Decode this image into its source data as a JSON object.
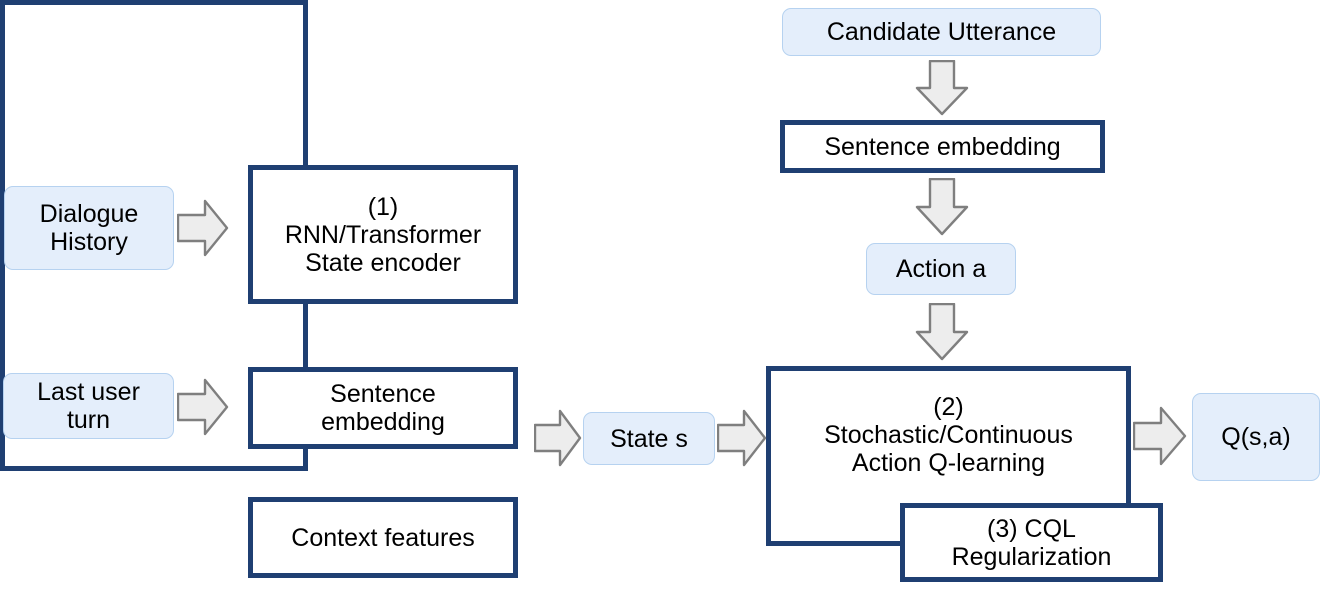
{
  "diagram": {
    "title": "Dialogue RL Q-learning architecture",
    "colors": {
      "pill_fill": "#e4eefb",
      "pill_border": "#b6d2f0",
      "box_border": "#1f3f72",
      "box_fill": "#ffffff",
      "arrow_fill": "#ededed",
      "arrow_border": "#7f7f7f",
      "text": "#000000",
      "background": "#ffffff"
    },
    "nodes": {
      "dialogue_history": "Dialogue\nHistory",
      "last_user_turn": "Last user\nturn",
      "state_encoder": "(1)\nRNN/Transformer\nState encoder",
      "sentence_embedding_left": "Sentence\nembedding",
      "context_features": "Context features",
      "state_s": "State s",
      "candidate_utterance": "Candidate Utterance",
      "sentence_embedding_top": "Sentence embedding",
      "action_a": "Action a",
      "q_learning": "(2)\nStochastic/Continuous\nAction Q-learning",
      "cql_regularization": "(3) CQL\nRegularization",
      "q_output": "Q(s,a)"
    },
    "arrows": [
      {
        "name": "dialogue-history-to-state-encoder",
        "direction": "right"
      },
      {
        "name": "last-user-turn-to-sentence-embedding",
        "direction": "right"
      },
      {
        "name": "encoder-container-to-state-s",
        "direction": "right"
      },
      {
        "name": "state-s-to-q-learning",
        "direction": "right"
      },
      {
        "name": "candidate-utterance-to-sentence-embedding",
        "direction": "down"
      },
      {
        "name": "sentence-embedding-to-action-a",
        "direction": "down"
      },
      {
        "name": "action-a-to-q-learning",
        "direction": "down"
      },
      {
        "name": "q-learning-to-q-output",
        "direction": "right"
      }
    ]
  }
}
